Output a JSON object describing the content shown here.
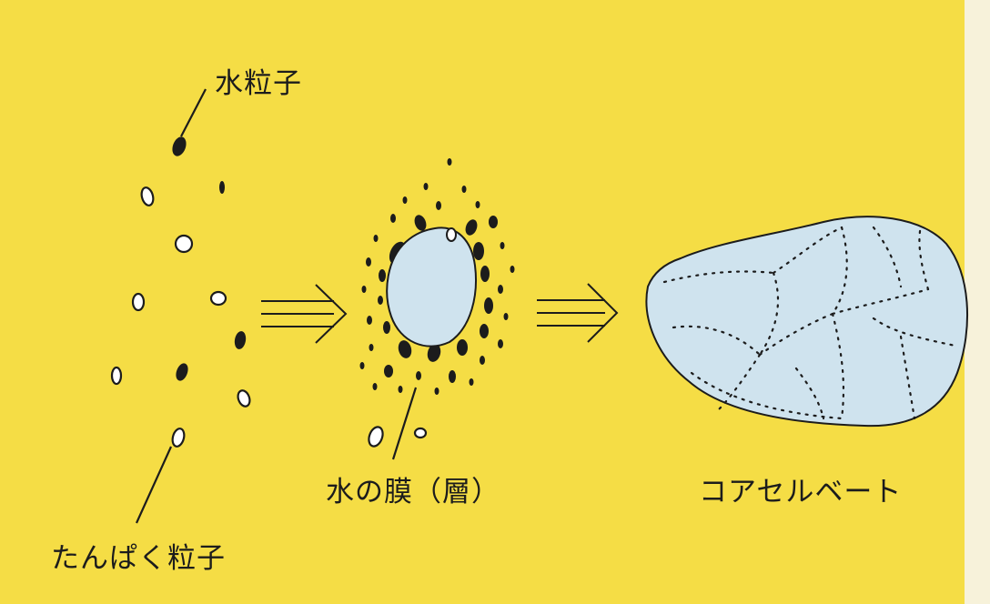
{
  "labels": {
    "water_particle": "水粒子",
    "protein_particle": "たんぱく粒子",
    "water_film": "水の膜（層）",
    "coacervate": "コアセルベート"
  },
  "colors": {
    "background": "#f5dd45",
    "droplet_fill": "#cfe3ee",
    "ink": "#1c1c1c"
  }
}
